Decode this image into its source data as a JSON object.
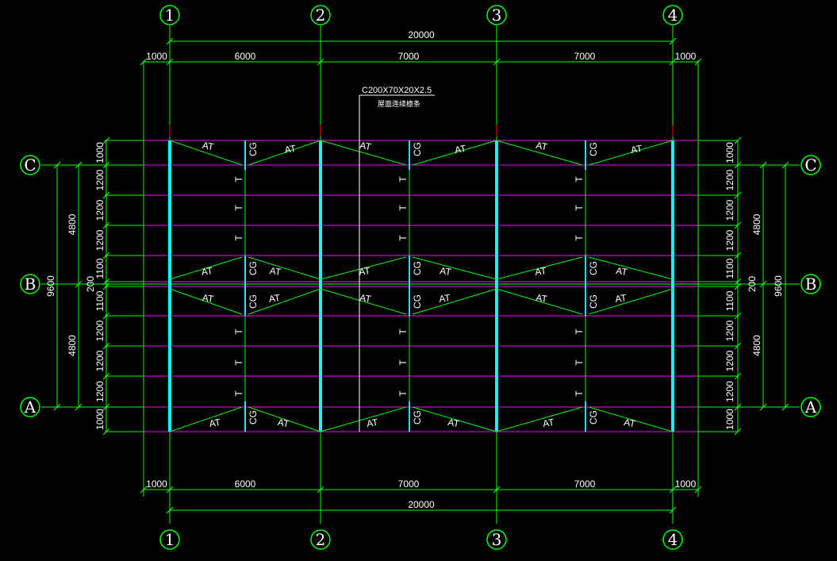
{
  "drawing": {
    "colors": {
      "background": "#000000",
      "dimension": "#00ff00",
      "purlin": "#ff00ff",
      "rafter": "#00ffff",
      "text": "#ffffff",
      "red_marks": "#ff0000"
    },
    "grid_labels_x": [
      "1",
      "2",
      "3",
      "4"
    ],
    "grid_labels_y": [
      "C",
      "B",
      "A"
    ],
    "dims_top": {
      "overall": "20000",
      "segments": [
        "1000",
        "6000",
        "7000",
        "7000",
        "1000"
      ]
    },
    "dims_bottom": {
      "overall": "20000",
      "segments": [
        "1000",
        "6000",
        "7000",
        "7000",
        "1000"
      ]
    },
    "dims_left": {
      "overall": "9600",
      "halves": [
        "4800",
        "4800"
      ],
      "ridge": "200",
      "segments_top": [
        "1000",
        "1200",
        "1200",
        "1200",
        "1100"
      ],
      "segments_bottom": [
        "1100",
        "1200",
        "1200",
        "1200",
        "1000"
      ]
    },
    "dims_right": {
      "overall": "9600",
      "halves": [
        "4800",
        "4800"
      ],
      "ridge": "200",
      "segments_top": [
        "1000",
        "1200",
        "1200",
        "1200",
        "1100"
      ],
      "segments_bottom": [
        "1100",
        "1200",
        "1200",
        "1200",
        "1000"
      ]
    },
    "member_labels": {
      "brace": "AT",
      "tie": "CG",
      "sag": "T"
    },
    "note": {
      "section": "C200X70X20X2.5",
      "description": "屋面连续檩条"
    }
  }
}
